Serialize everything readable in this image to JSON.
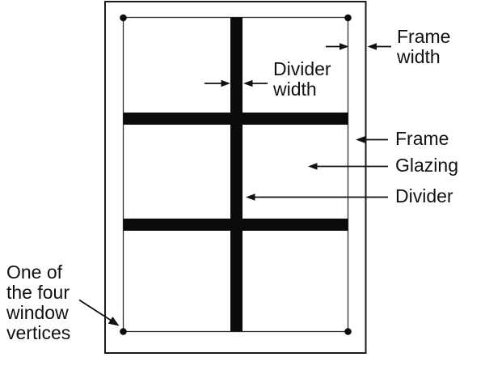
{
  "colors": {
    "ink": "#111111",
    "divider_fill": "#0b0b0b",
    "thin_line": "#2e2e2e",
    "background": "#ffffff"
  },
  "labels": {
    "frame_width": {
      "line1": "Frame",
      "line2": "width"
    },
    "divider_width": {
      "line1": "Divider",
      "line2": "width"
    },
    "frame": "Frame",
    "glazing": "Glazing",
    "divider": "Divider",
    "vertex_note": {
      "line1": "One of",
      "line2": "the four",
      "line3": "window",
      "line4": "vertices"
    }
  },
  "icons": {
    "arrows": [
      "right-arrow-icon",
      "left-arrow-icon",
      "diagonal-down-right-arrow-icon"
    ]
  }
}
